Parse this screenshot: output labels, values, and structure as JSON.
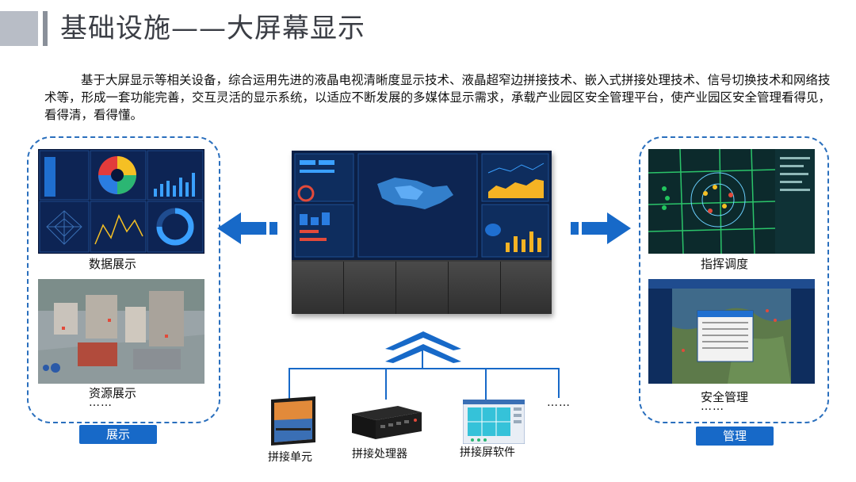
{
  "page": {
    "title": "基础设施——大屏幕显示",
    "paragraph": "基于大屏显示等相关设备，综合运用先进的液晶电视清晰度显示技术、液晶超窄边拼接技术、嵌入式拼接处理技术、信号切换技术和网络技术等，形成一套功能完善，交互灵活的显示系统，以适应不断发展的多媒体显示需求，承载产业园区安全管理平台，使产业园区安全管理看得见，看得清，看得懂。"
  },
  "left_group": {
    "items": [
      {
        "caption": "数据展示"
      },
      {
        "caption": "资源展示"
      }
    ],
    "ellipsis": "……",
    "button": "展示"
  },
  "right_group": {
    "items": [
      {
        "caption": "指挥调度"
      },
      {
        "caption": "安全管理"
      }
    ],
    "ellipsis": "……",
    "button": "管理"
  },
  "devices": {
    "items": [
      {
        "caption": "拼接单元"
      },
      {
        "caption": "拼接处理器"
      },
      {
        "caption": "拼接屏软件"
      }
    ],
    "ellipsis": "……"
  },
  "colors": {
    "accent": "#1769c8",
    "dashboard_bg": "#0b1f45"
  }
}
